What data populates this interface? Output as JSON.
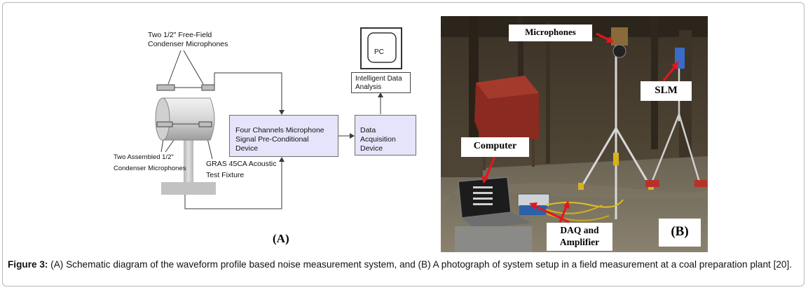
{
  "diagram": {
    "mic_free_label": "Two 1/2\" Free-Field\nCondenser Microphones",
    "mic_assembled_label_1": "Two Assembled 1/2\"",
    "mic_assembled_label_2": "Condenser Microphones",
    "fixture_label_1": "GRAS 45CA Acoustic",
    "fixture_label_2": "Test Fixture",
    "preconditioner_line1": "Four Channels Microphone",
    "preconditioner_line2": "Signal Pre-Conditional Device",
    "daq_line1": "Data Acquisition",
    "daq_line2": "Device",
    "analysis_line1": "Intelligent Data",
    "analysis_line2": "Analysis",
    "pc_label": "PC",
    "panel_label": "(A)"
  },
  "photo": {
    "microphones_label": "Microphones",
    "slm_label": "SLM",
    "computer_label": "Computer",
    "daq_label_1": "DAQ and",
    "daq_label_2": "Amplifier",
    "panel_label": "(B)",
    "arrow_color": "#e8141c"
  },
  "caption": {
    "figure_label": "Figure 3:",
    "text": " (A) Schematic diagram of the waveform profile based noise measurement system, and (B) A photograph of system setup in a field measurement at a coal preparation plant [20]."
  }
}
